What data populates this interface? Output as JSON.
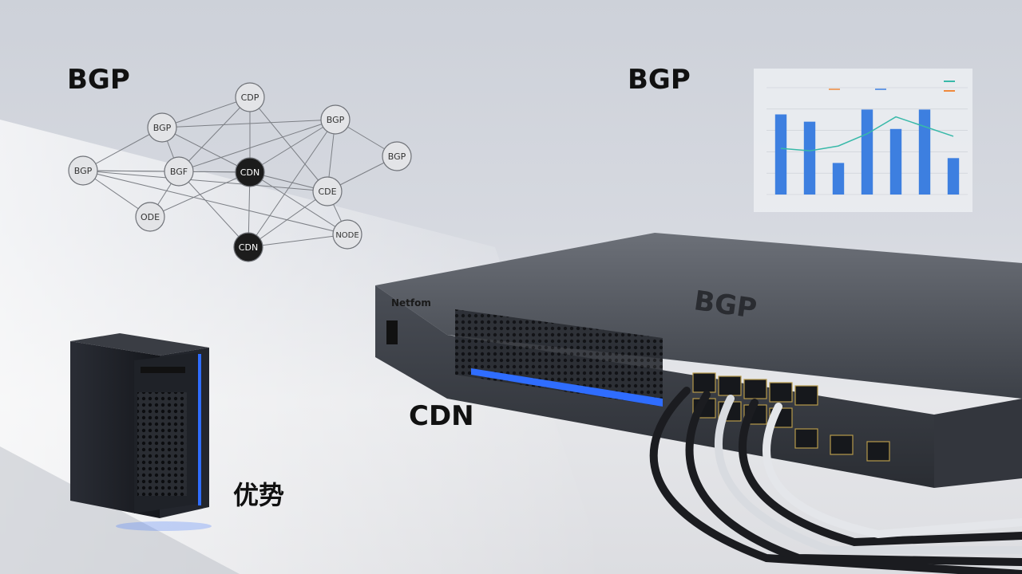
{
  "labels": {
    "bgp_left": "BGP",
    "bgp_right": "BGP",
    "cdn": "CDN",
    "advantage": "优势"
  },
  "network_graph": {
    "nodes": [
      {
        "id": "n1",
        "label": "CDP",
        "dark": false
      },
      {
        "id": "n2",
        "label": "BGP",
        "dark": false
      },
      {
        "id": "n3",
        "label": "BGP",
        "dark": false
      },
      {
        "id": "n4",
        "label": "BGP",
        "dark": false
      },
      {
        "id": "n5",
        "label": "BGP",
        "dark": false
      },
      {
        "id": "n6",
        "label": "BGF",
        "dark": false
      },
      {
        "id": "n7",
        "label": "CDN",
        "dark": true
      },
      {
        "id": "n8",
        "label": "CDE",
        "dark": false
      },
      {
        "id": "n9",
        "label": "ODE",
        "dark": false
      },
      {
        "id": "n10",
        "label": "CDN",
        "dark": true
      },
      {
        "id": "n11",
        "label": "NODE",
        "dark": false
      }
    ]
  },
  "switch": {
    "top_text": "BGP",
    "brand": "Netfom"
  },
  "chart_data": {
    "type": "bar",
    "categories": [
      "",
      "",
      "",
      "",
      "",
      "",
      ""
    ],
    "values": [
      165,
      150,
      65,
      175,
      135,
      175,
      75
    ],
    "line_values": [
      95,
      90,
      100,
      125,
      160,
      140,
      120
    ],
    "ylim": [
      0,
      220
    ],
    "grid": true,
    "legend": "top-right"
  },
  "colors": {
    "bar": "#3d7fe0",
    "line_teal": "#38b9a9",
    "line_orange": "#ef8a3c",
    "dark_node": "#1c1c1c",
    "switch_led": "#2f6dff"
  }
}
